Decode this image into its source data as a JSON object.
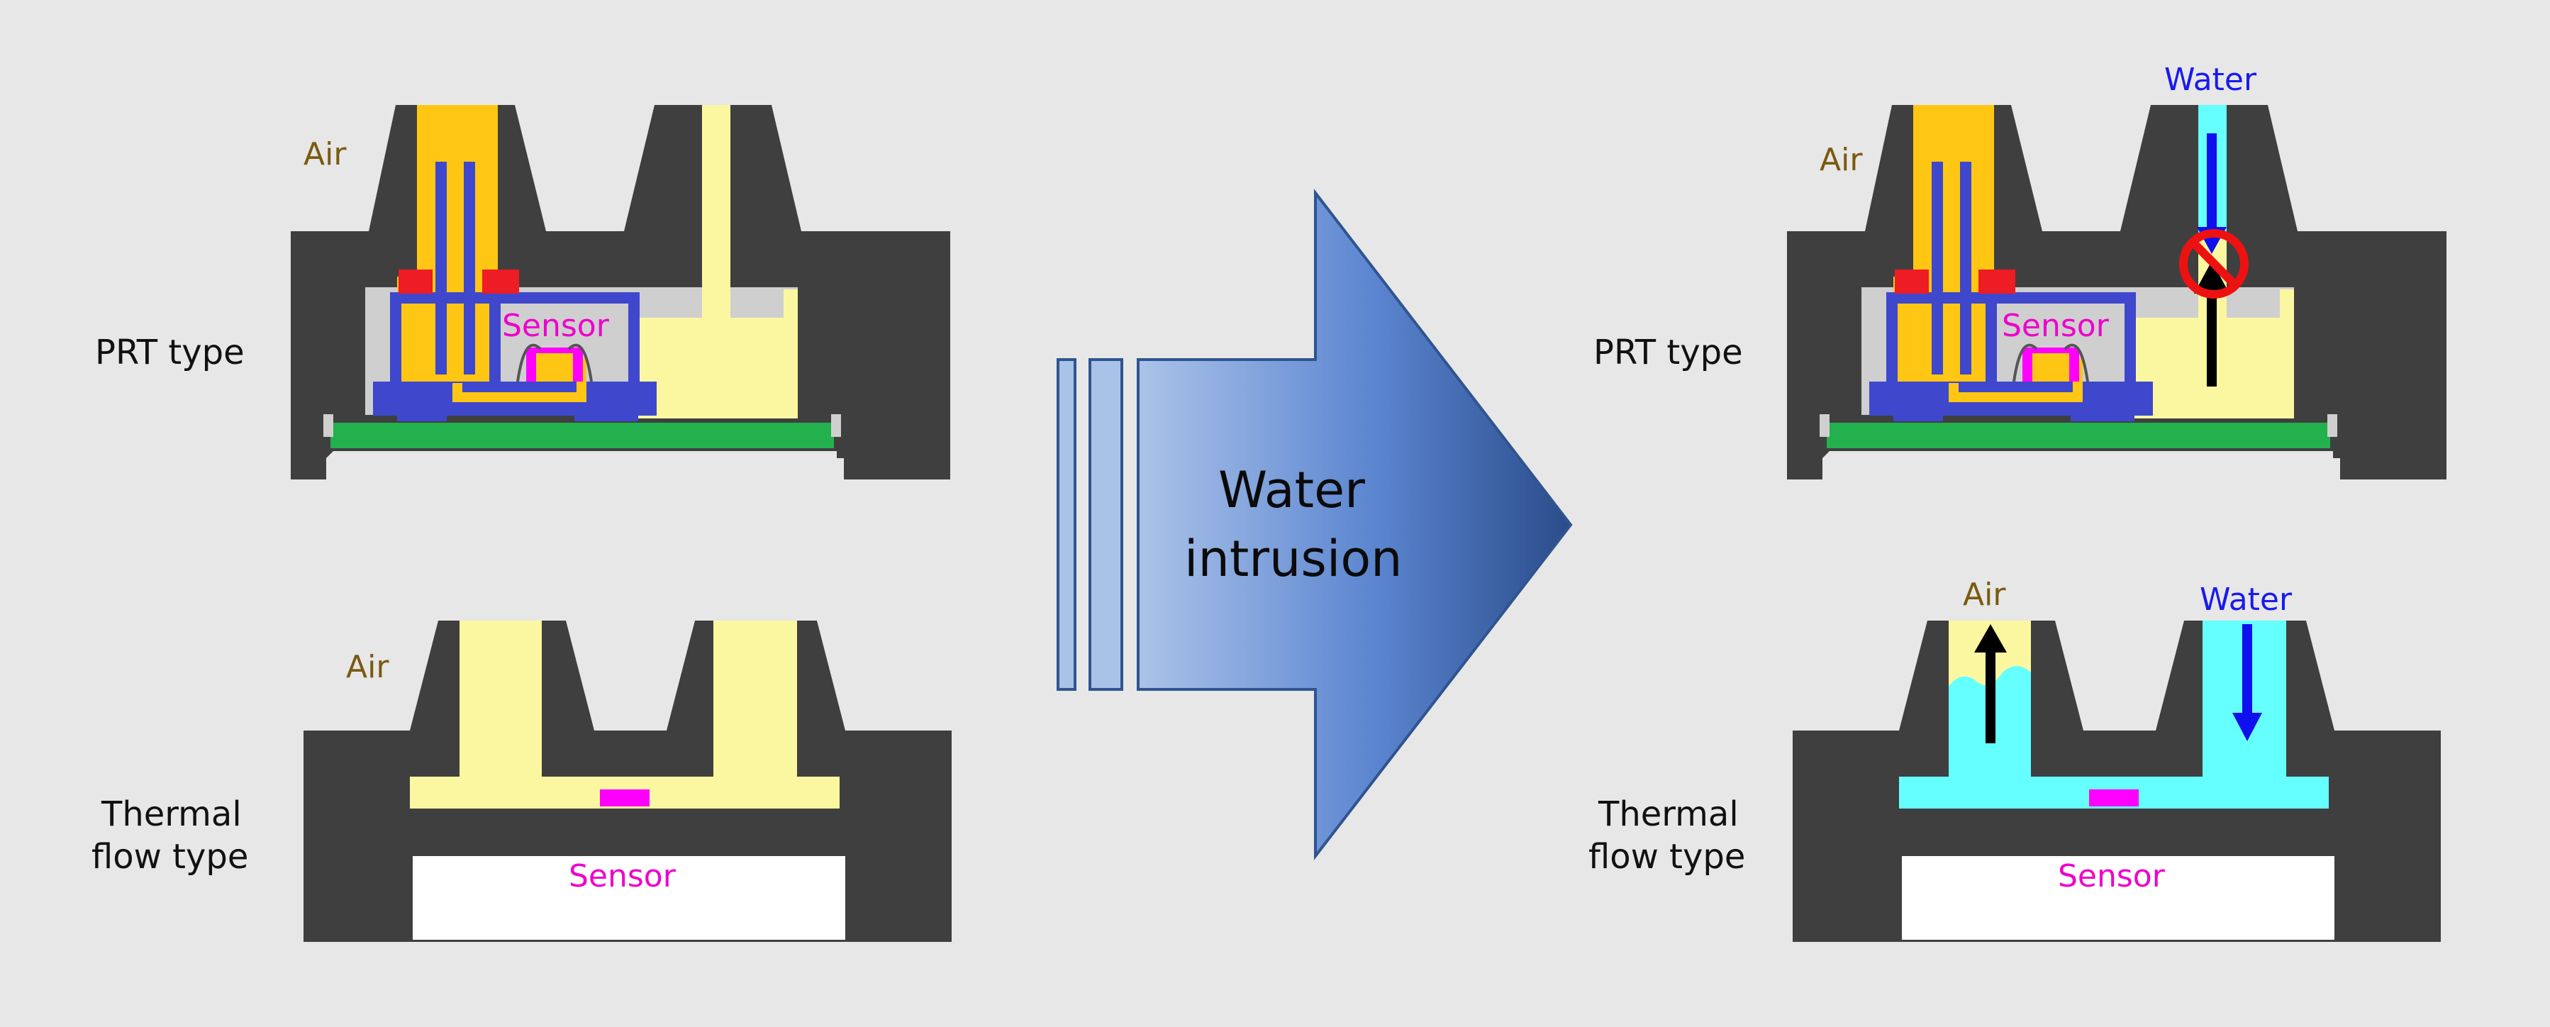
{
  "labels": {
    "prt_type": "PRT type",
    "thermal_flow_type_line1": "Thermal",
    "thermal_flow_type_line2": "flow type",
    "air": "Air",
    "water": "Water",
    "sensor": "Sensor",
    "intrusion_line1": "Water",
    "intrusion_line2": "intrusion"
  },
  "colors": {
    "background": "#e7e7e7",
    "housing": "#3f3f3f",
    "air_fill": "#fbf7a0",
    "water_fill": "#66ffff",
    "gold_part": "#ffc713",
    "blue_lead": "#3f48cc",
    "red_seal": "#ee1c24",
    "pcb_green": "#22b14c",
    "sensor_magenta": "#ff00ff",
    "water_arrow": "#1010ee",
    "blocked_sign": "#ee1111",
    "arrow_light": "#a9c2e8",
    "arrow_dark": "#2c4f8f"
  },
  "icons": {
    "blocked": "no-entry-icon"
  }
}
